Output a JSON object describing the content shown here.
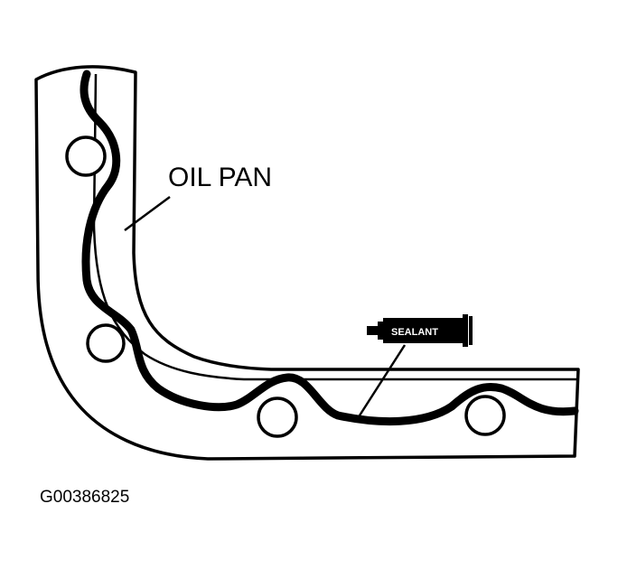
{
  "labels": {
    "oil_pan": "OIL PAN",
    "sealant": "SEALANT",
    "figure_code": "G00386825"
  },
  "colors": {
    "ink": "#000000",
    "paper": "#ffffff"
  }
}
